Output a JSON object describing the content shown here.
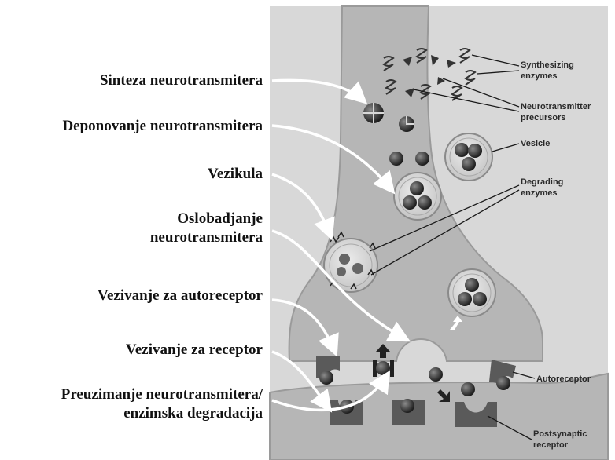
{
  "labels_sr": {
    "sinteza": "Sinteza neurotransmitera",
    "deponovanje": "Deponovanje neurotransmitera",
    "vezikula": "Vezikula",
    "oslobadjanje_1": "Oslobadjanje",
    "oslobadjanje_2": "neurotransmitera",
    "autoreceptor": "Vezivanje za autoreceptor",
    "receptor": "Vezivanje za receptor",
    "preuzimanje_1": "Preuzimanje neurotransmitera/",
    "preuzimanje_2": "enzimska degradacija"
  },
  "labels_en": {
    "synth_1": "Synthesizing",
    "synth_2": "enzymes",
    "prec_1": "Neurotransmitter",
    "prec_2": "precursors",
    "vesicle": "Vesicle",
    "degr_1": "Degrading",
    "degr_2": "enzymes",
    "autoreceptor": "Autoreceptor",
    "post_1": "Postsynaptic",
    "post_2": "receptor"
  },
  "colors": {
    "panel": "#d6d6d6",
    "neuron": "#b4b4b4",
    "vesicle": "#dcdcdc",
    "molecule": "#2e2e2e",
    "receptor": "#5a5a5a",
    "arrow": "#ffffff"
  }
}
